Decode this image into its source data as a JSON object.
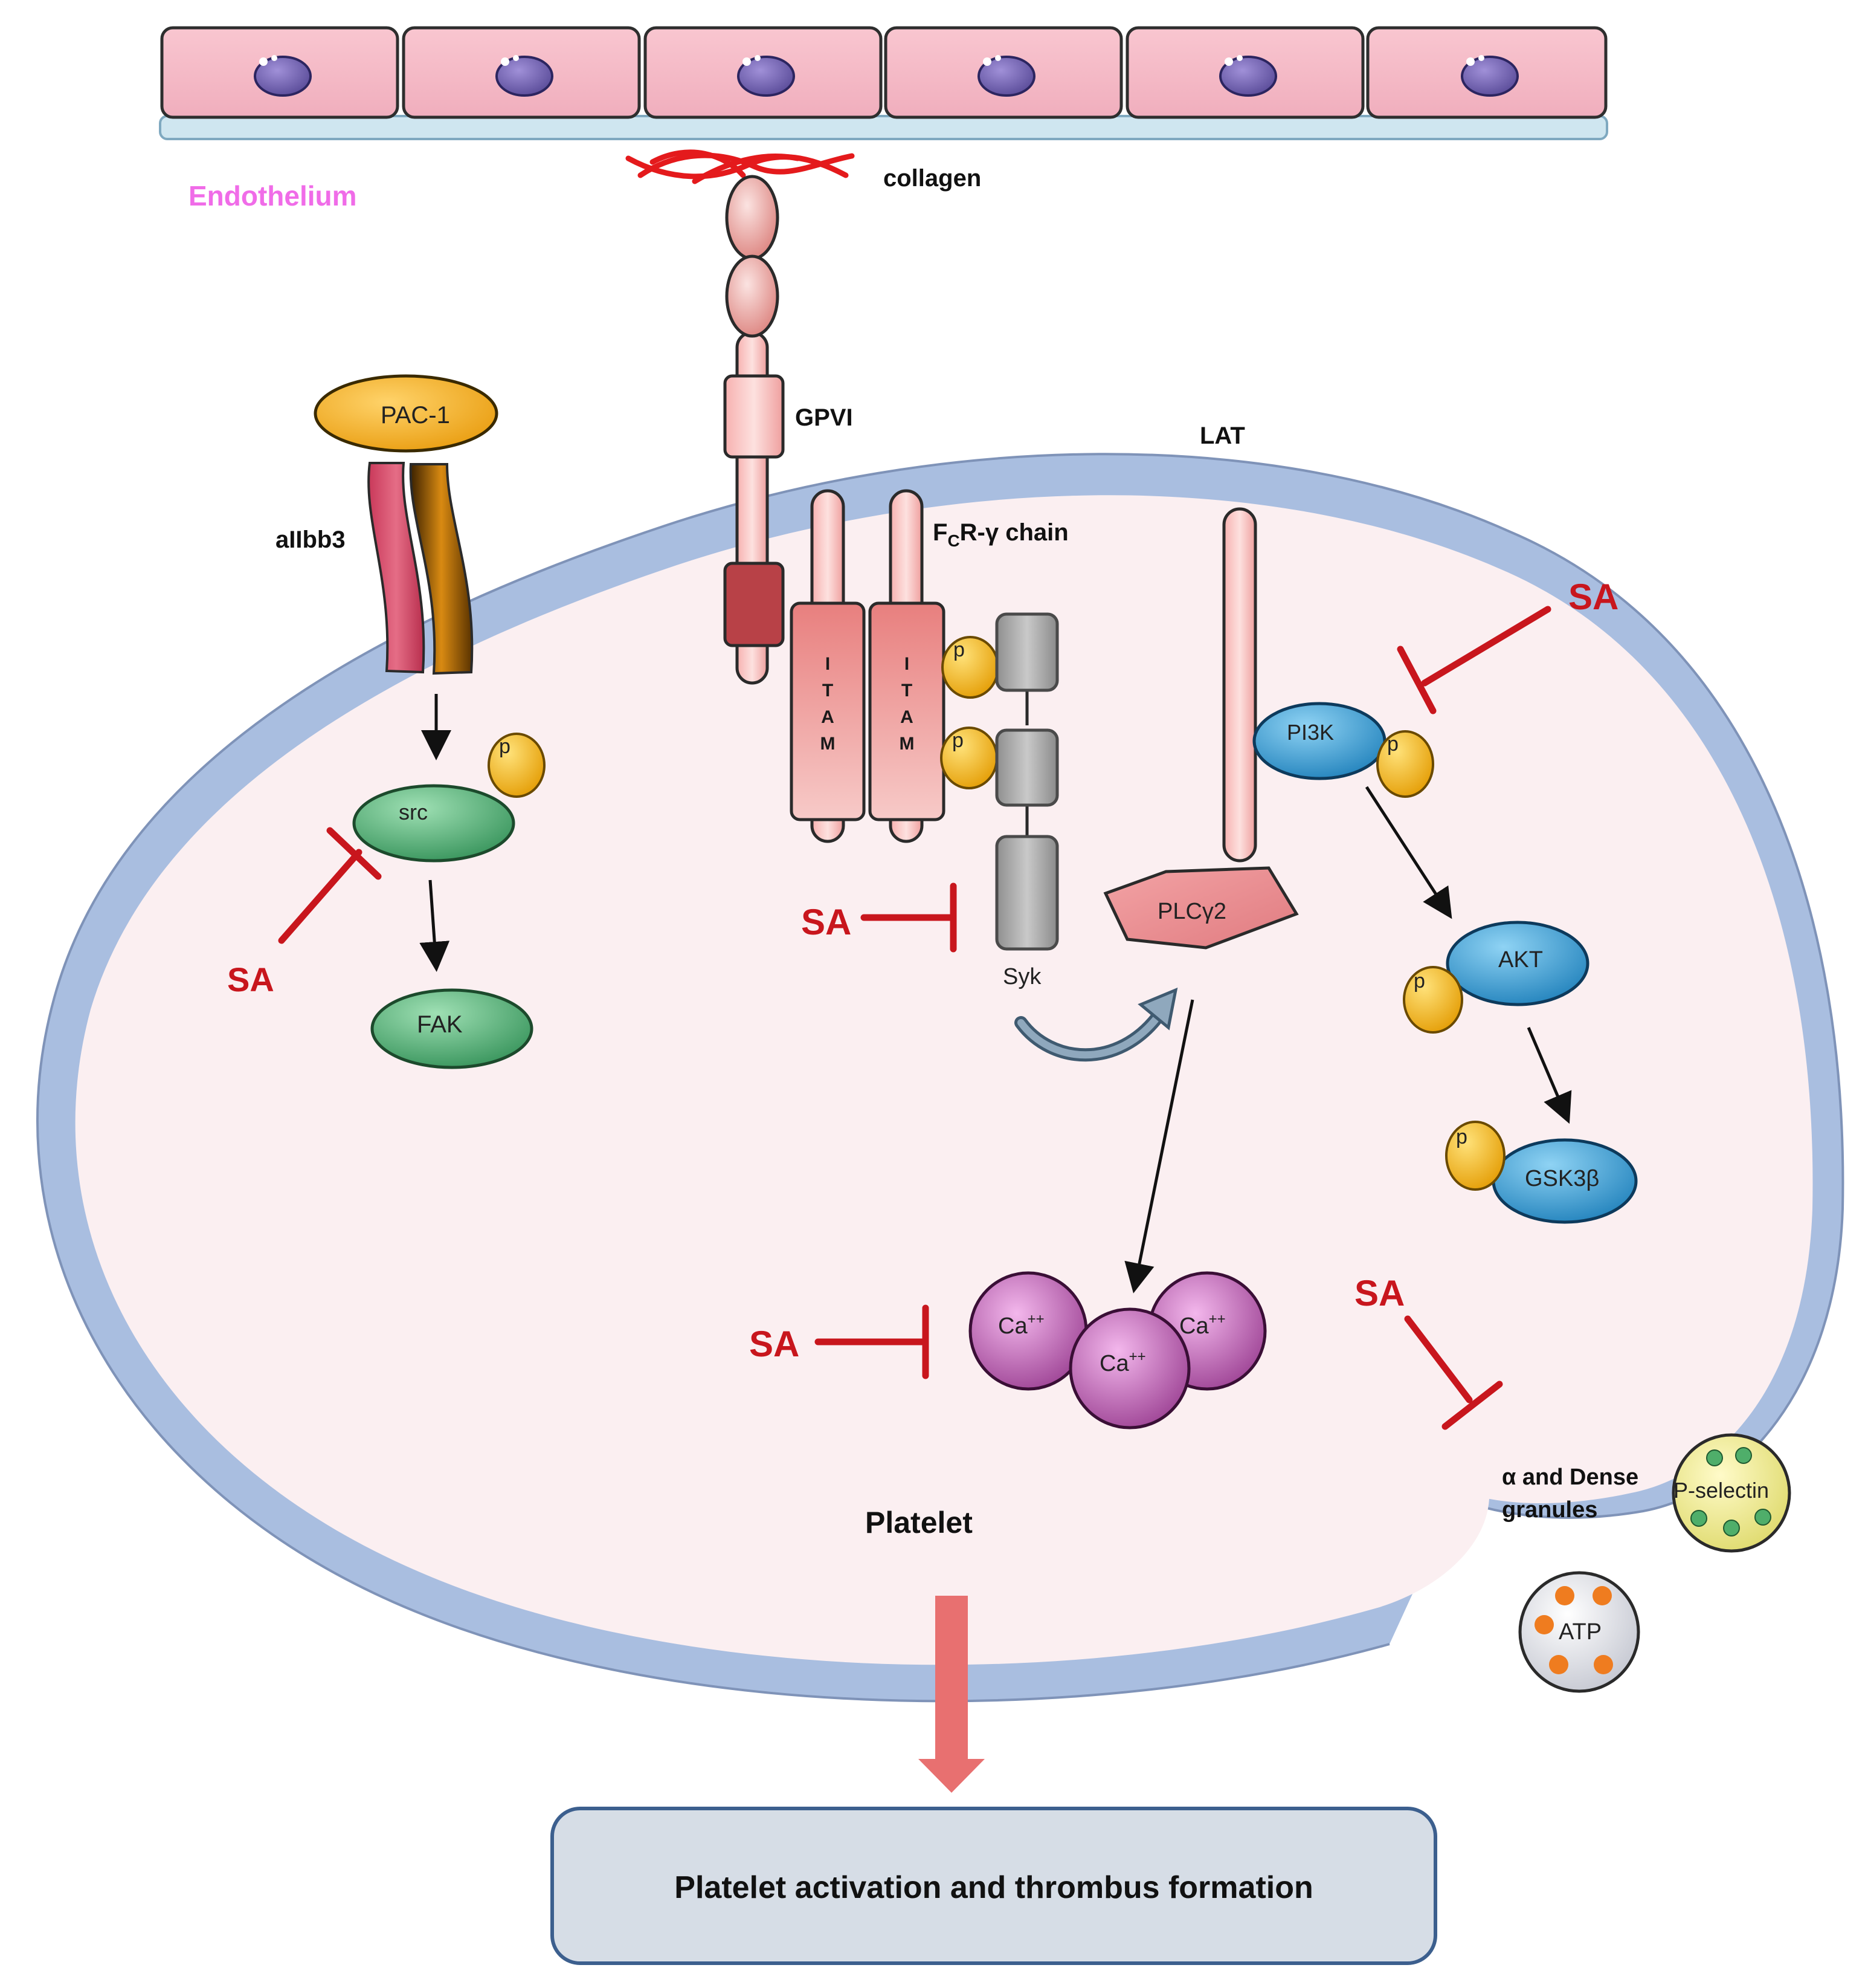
{
  "labels": {
    "endothelium": "Endothelium",
    "collagen": "collagen",
    "gpvi": "GPVI",
    "lat": "LAT",
    "pac1": "PAC-1",
    "aiibb3": "aIIbb3",
    "fcr_main": "F",
    "fcr_sub": "C",
    "fcr_rest": "R-γ chain",
    "itam_letters": [
      "I",
      "T",
      "A",
      "M"
    ],
    "phospho": "p",
    "src": "src",
    "fak": "FAK",
    "syk": "Syk",
    "pi3k": "PI3K",
    "akt": "AKT",
    "gsk3b": "GSK3β",
    "plcg2": "PLCγ2",
    "ca": "Ca",
    "ca_charge": "++",
    "platelet": "Platelet",
    "granules_line1": "α and Dense",
    "granules_line2": "granules",
    "p_selectin": "P-selectin",
    "atp": "ATP",
    "outcome": "Platelet activation and thrombus formation",
    "sa": "SA"
  },
  "colors": {
    "inhibition": "#c8161d",
    "endothelium_label": "#f06ce8",
    "platelet_membrane": "#a9bee0",
    "platelet_cytoplasm": "#fbeff1",
    "green_protein": "#3a9a5e",
    "blue_protein": "#1d86c4",
    "phospho": "#f2a900",
    "calcium": "#a03a93",
    "outcome_box": "#d6dde6",
    "outcome_border": "#3c5f8e",
    "outcome_arrow": "#e87070"
  }
}
